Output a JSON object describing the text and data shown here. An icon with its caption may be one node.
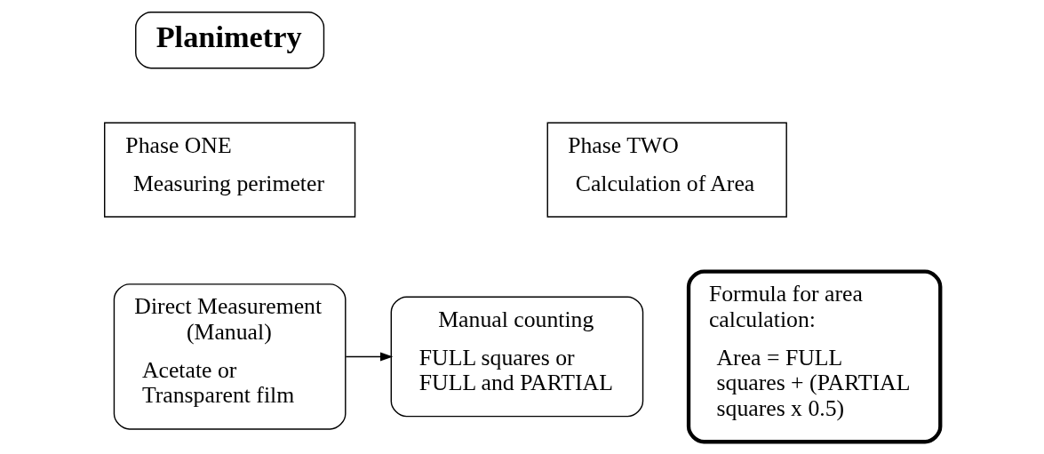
{
  "diagram": {
    "nodes": [
      {
        "text": [
          "Planimetry"
        ]
      },
      {
        "text": [
          "Phase ONE",
          "Measuring perimeter"
        ]
      },
      {
        "text": [
          "Phase TWO",
          "Calculation of Area"
        ]
      },
      {
        "text": [
          "Direct Measurement (Manual)",
          "Acetate or Transparent film"
        ]
      },
      {
        "text": [
          "Manual counting",
          "FULL squares or FULL and PARTIAL"
        ]
      },
      {
        "text": [
          "Formula for area calculation:",
          "Area = FULL squares + (PARTIAL squares x 0.5)"
        ]
      }
    ],
    "edges": [
      {
        "from": 3,
        "to": 4,
        "arrow": "to"
      }
    ]
  }
}
